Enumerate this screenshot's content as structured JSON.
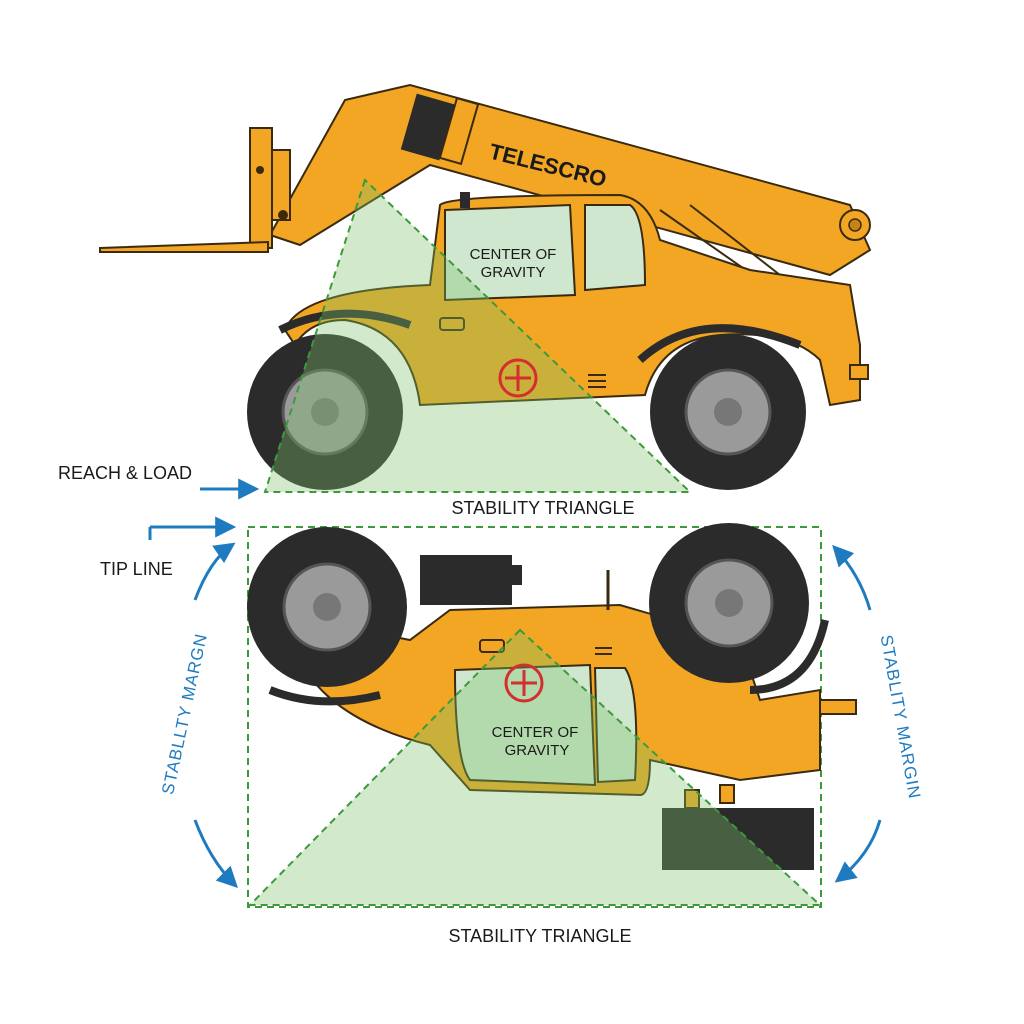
{
  "colors": {
    "body": "#f2a623",
    "body_dark": "#c98214",
    "outline": "#3a2a10",
    "tire": "#2b2b2b",
    "rim": "#9a9a9a",
    "glass": "#cfe6cf",
    "triangle_fill": "#7fc46a",
    "triangle_stroke": "#3c9a3c",
    "cog": "#d32f2f",
    "arrow": "#1f7bc0",
    "text": "#1a1a1a"
  },
  "top": {
    "brand": "TELESCRO",
    "cog_line1": "CENTER OF",
    "cog_line2": "GRAVITY",
    "triangle_label": "STABILITY TRIANGLE"
  },
  "bottom": {
    "cog_line1": "CENTER OF",
    "cog_line2": "GRAVITY",
    "triangle_label": "STABILITY TRIANGLE"
  },
  "callouts": {
    "reach_load": "REACH & LOAD",
    "tip_line": "TIP LINE",
    "margin_left": "STABLLTY MARGN",
    "margin_right": "STABLITY MARGIN"
  }
}
